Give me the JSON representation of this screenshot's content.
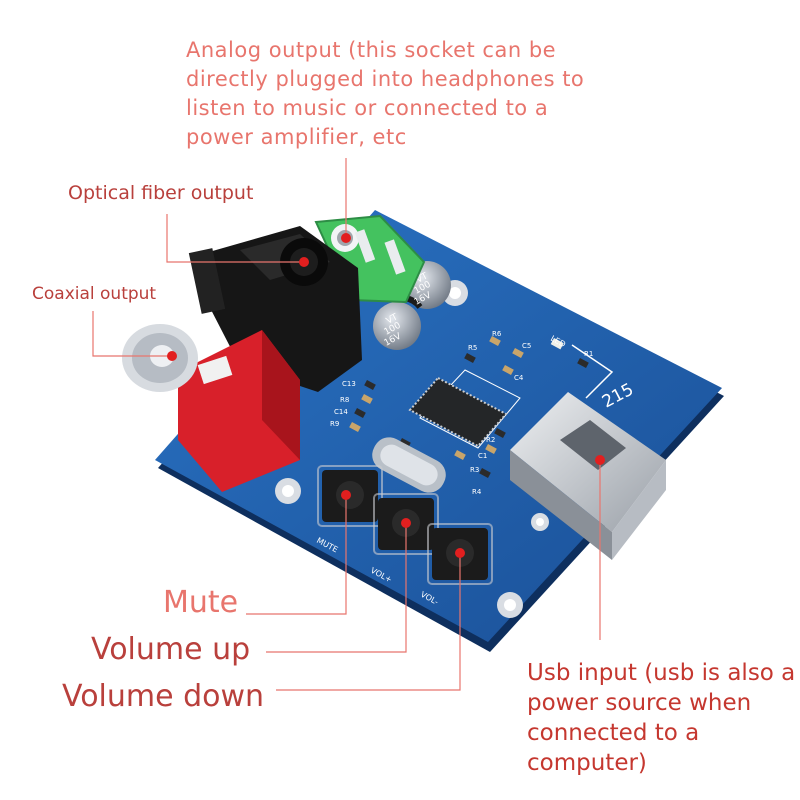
{
  "callouts": {
    "analog_output": "Analog output (this socket can be directly plugged into headphones to listen to music or connected to a power amplifier, etc",
    "optical_output": "Optical fiber output",
    "coaxial_output": "Coaxial output",
    "mute": "Mute",
    "volume_up": "Volume up",
    "volume_down": "Volume down",
    "usb_input": "Usb input (usb is also a power source when connected to a computer)"
  },
  "board_silkscreen": {
    "model": "215",
    "mute": "MUTE",
    "vol_up": "VOL+",
    "vol_down": "VOL-",
    "led": "LED",
    "cap_line1": "VT",
    "cap_line2": "100",
    "cap_line3": "16V",
    "refs": [
      "R6",
      "C5",
      "R5",
      "C4",
      "C13",
      "R8",
      "C14",
      "R9",
      "R2",
      "C1",
      "R4",
      "R1",
      "R3"
    ]
  },
  "colors": {
    "board": "#1f5fae",
    "callout_light": "#e8756d",
    "callout_dark": "#b9403c",
    "marker": "#e21f1f",
    "rca": "#d8202a",
    "jack": "#3fbf5a"
  }
}
